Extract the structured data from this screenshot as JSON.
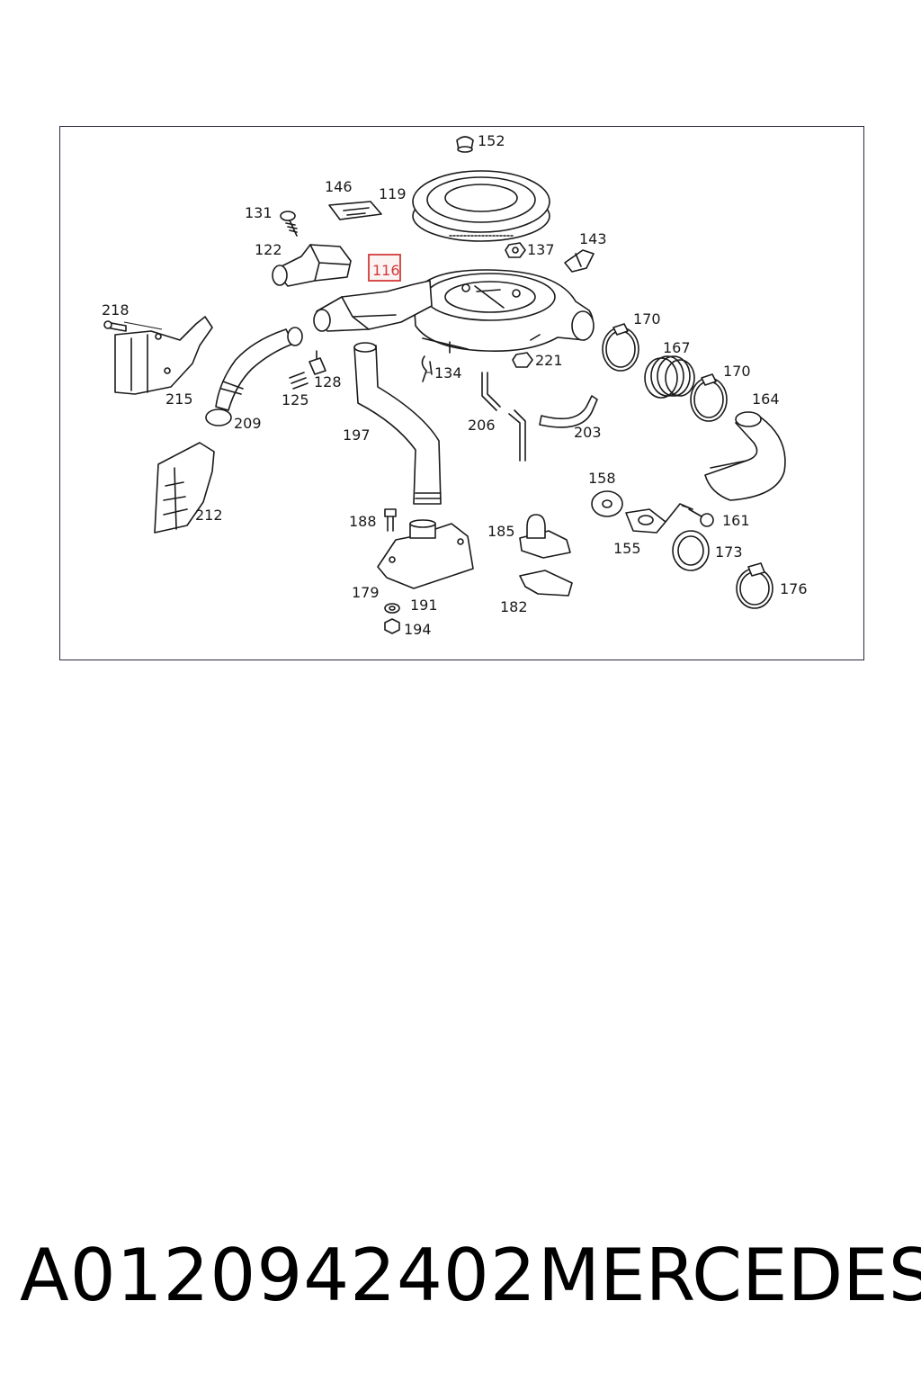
{
  "diagram": {
    "highlighted_label": "116",
    "highlight_color": "#d23b3b",
    "labels": {
      "l152": "152",
      "l146": "146",
      "l119": "119",
      "l131": "131",
      "l122": "122",
      "l137": "137",
      "l143": "143",
      "l218": "218",
      "l170a": "170",
      "l167": "167",
      "l170b": "170",
      "l164": "164",
      "l134": "134",
      "l221": "221",
      "l128": "128",
      "l125": "125",
      "l215": "215",
      "l209": "209",
      "l197": "197",
      "l206": "206",
      "l203": "203",
      "l212": "212",
      "l158": "158",
      "l188": "188",
      "l185": "185",
      "l161": "161",
      "l155": "155",
      "l173": "173",
      "l176": "176",
      "l179": "179",
      "l191": "191",
      "l182": "182",
      "l194": "194"
    }
  },
  "footer": {
    "part_number": "A0120942402",
    "brand": "MERCEDES"
  }
}
